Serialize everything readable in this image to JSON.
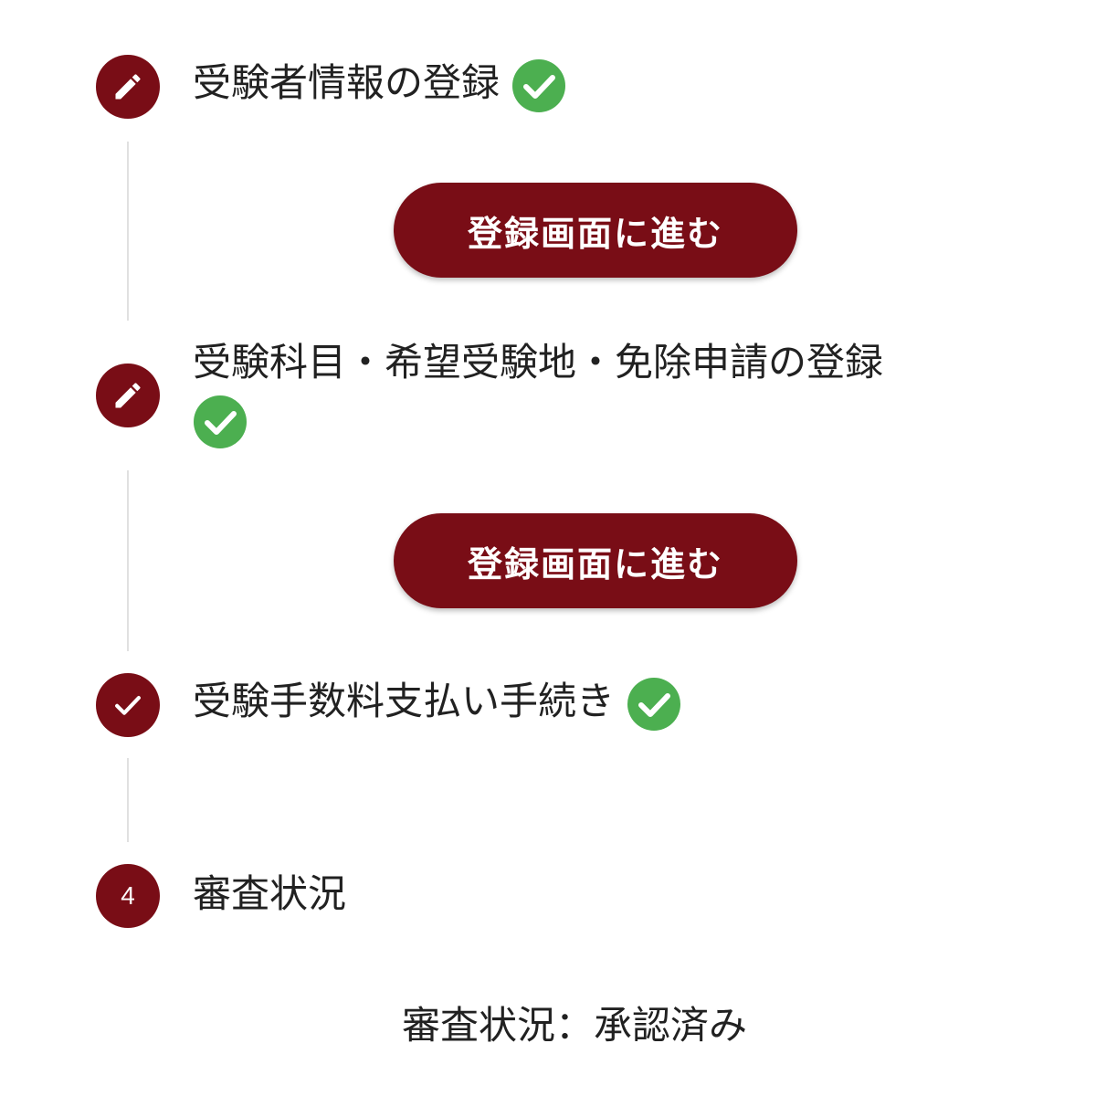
{
  "colors": {
    "primary": "#790d16",
    "success": "#4caf50",
    "connector": "#e0e0e0",
    "text": "#212121"
  },
  "steps": [
    {
      "icon": "pencil-icon",
      "title": "受験者情報の登録",
      "completed": true,
      "button_label": "登録画面に進む"
    },
    {
      "icon": "pencil-icon",
      "title": "受験科目・希望受験地・免除申請の登録",
      "completed": true,
      "button_label": "登録画面に進む"
    },
    {
      "icon": "check-icon",
      "title": "受験手数料支払い手続き",
      "completed": true
    },
    {
      "icon": "number",
      "number": "4",
      "title": "審査状況",
      "completed": false
    }
  ],
  "status": {
    "text": "審査状況：承認済み"
  }
}
